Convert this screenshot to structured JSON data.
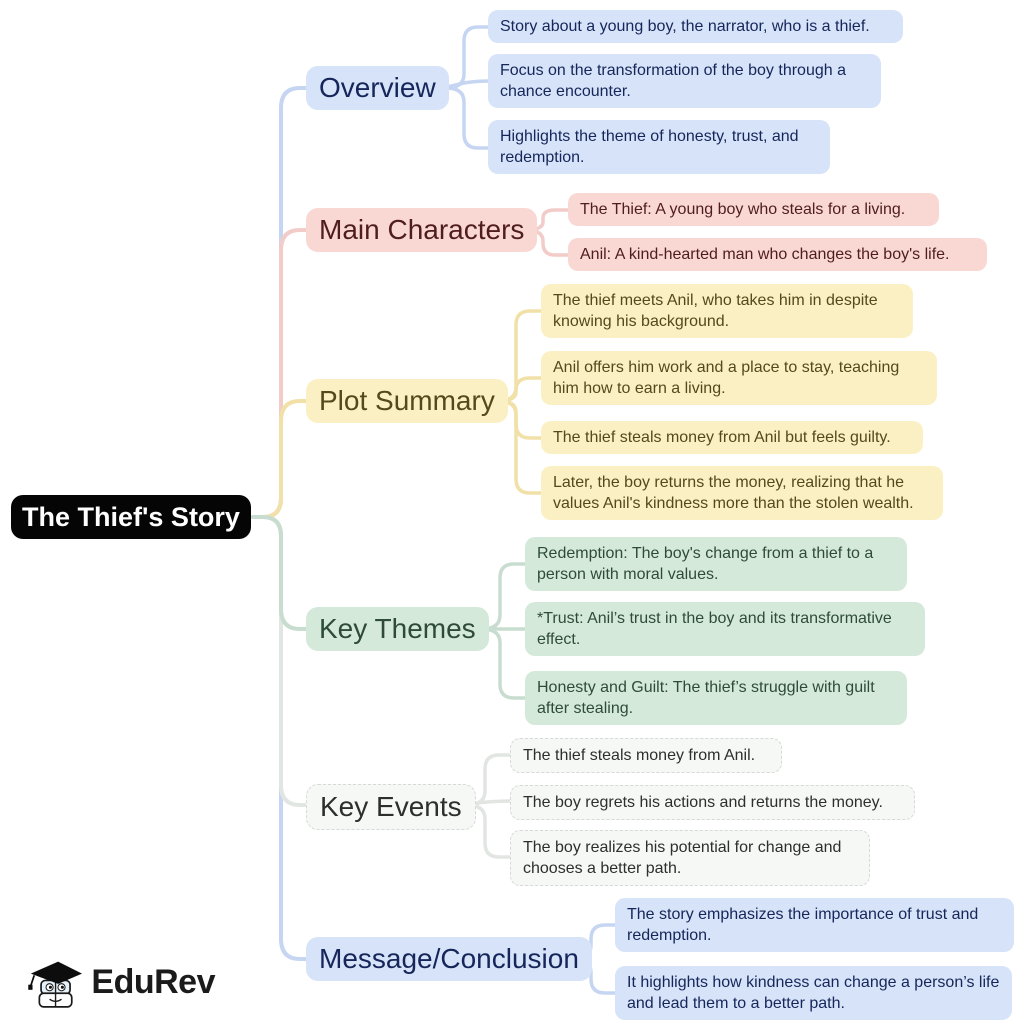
{
  "root": {
    "label": "The Thief's Story",
    "bg_color": "#050505",
    "text_color": "#ffffff"
  },
  "branches": [
    {
      "label": "Overview",
      "fill_color": "#d6e3f8",
      "text_color": "#16265a",
      "line_color": "#c5d5f2",
      "leaves": [
        "Story about a young boy, the narrator, who is a thief.",
        "Focus on the transformation of the boy through a chance encounter.",
        "Highlights the theme of honesty, trust, and redemption."
      ]
    },
    {
      "label": "Main Characters",
      "fill_color": "#f9d8d4",
      "text_color": "#4f1d1d",
      "line_color": "#f2ccc8",
      "leaves": [
        "The Thief: A young boy who steals for a living.",
        "Anil: A kind-hearted man who changes the boy's life."
      ]
    },
    {
      "label": "Plot Summary",
      "fill_color": "#fbf0c4",
      "text_color": "#54491c",
      "line_color": "#f1e1a8",
      "leaves": [
        "The thief meets Anil, who takes him in despite knowing his background.",
        "Anil offers him work and a place to stay, teaching him how to earn a living.",
        "The thief steals money from Anil but feels guilty.",
        "Later, the boy returns the money, realizing that he values Anil's kindness more than the stolen wealth."
      ]
    },
    {
      "label": "Key Themes",
      "fill_color": "#d5e9db",
      "text_color": "#2e4b38",
      "line_color": "#c8ddcf",
      "leaves": [
        "Redemption: The boy's change from a thief to a person with moral values.",
        "*Trust: Anil’s trust in the boy and its transformative effect.",
        "Honesty and Guilt: The thief’s struggle with guilt after stealing."
      ]
    },
    {
      "label": "Key Events",
      "fill_color": "#f6f8f6",
      "text_color": "#2e2e2e",
      "line_color": "#e2e6e2",
      "leaves": [
        "The thief steals money from Anil.",
        "The boy regrets his actions and returns the money.",
        "The boy realizes his potential for change and chooses a better path."
      ]
    },
    {
      "label": "Message/Conclusion",
      "fill_color": "#d6e3f8",
      "text_color": "#16265a",
      "line_color": "#c5d5f2",
      "leaves": [
        "The story emphasizes the importance of trust and redemption.",
        "It highlights how kindness can change a person’s life and lead them to a better path."
      ]
    }
  ],
  "logo": {
    "brand": "EduRev"
  }
}
